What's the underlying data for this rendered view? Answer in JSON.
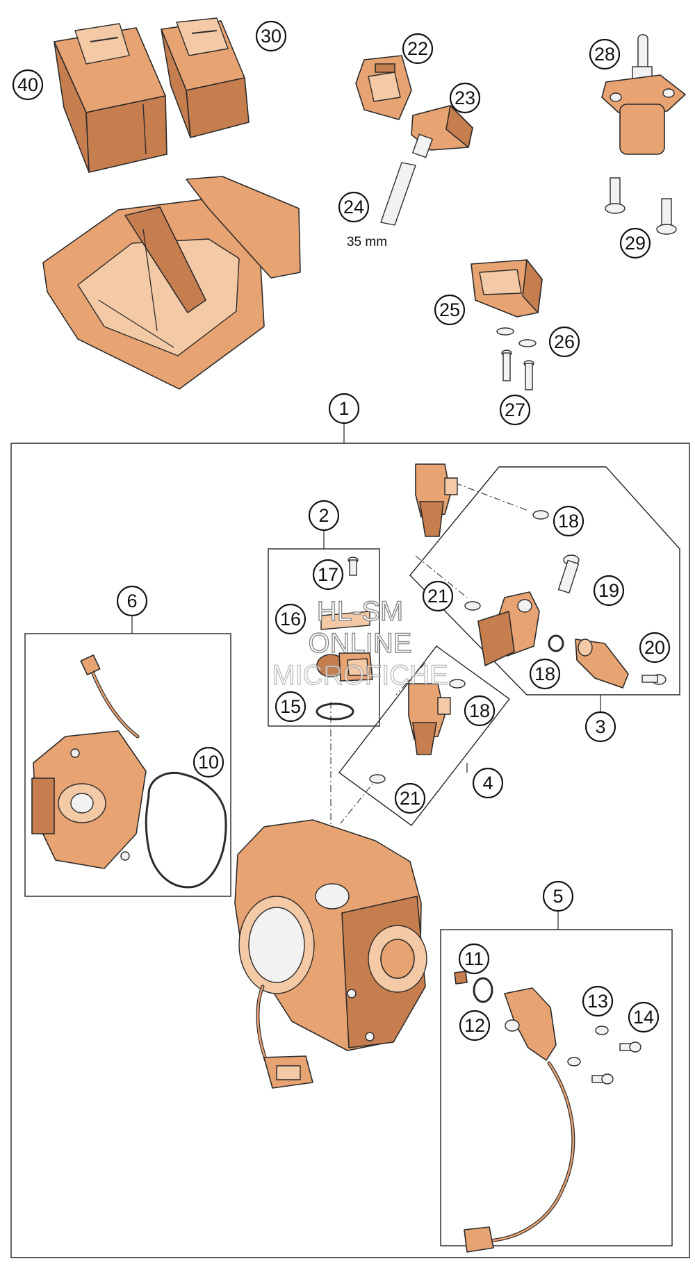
{
  "callouts": {
    "c40": "40",
    "c30": "30",
    "c22": "22",
    "c23": "23",
    "c24": "24",
    "c28": "28",
    "c29": "29",
    "c25": "25",
    "c26": "26",
    "c27": "27",
    "c1": "1",
    "c2": "2",
    "c17": "17",
    "c16": "16",
    "c15": "15",
    "c6": "6",
    "c10": "10",
    "c18a": "18",
    "c19": "19",
    "c21a": "21",
    "c20": "20",
    "c18b": "18",
    "c18c": "18",
    "c3": "3",
    "c4": "4",
    "c21b": "21",
    "c5": "5",
    "c11": "11",
    "c12": "12",
    "c13": "13",
    "c14": "14"
  },
  "dimension_note": "35 mm",
  "watermark": [
    "HL-SM",
    "ONLINE",
    "MICROFICHE"
  ],
  "colors": {
    "part": "#e8a372",
    "outline": "#2a2a2a",
    "background": "#ffffff"
  }
}
